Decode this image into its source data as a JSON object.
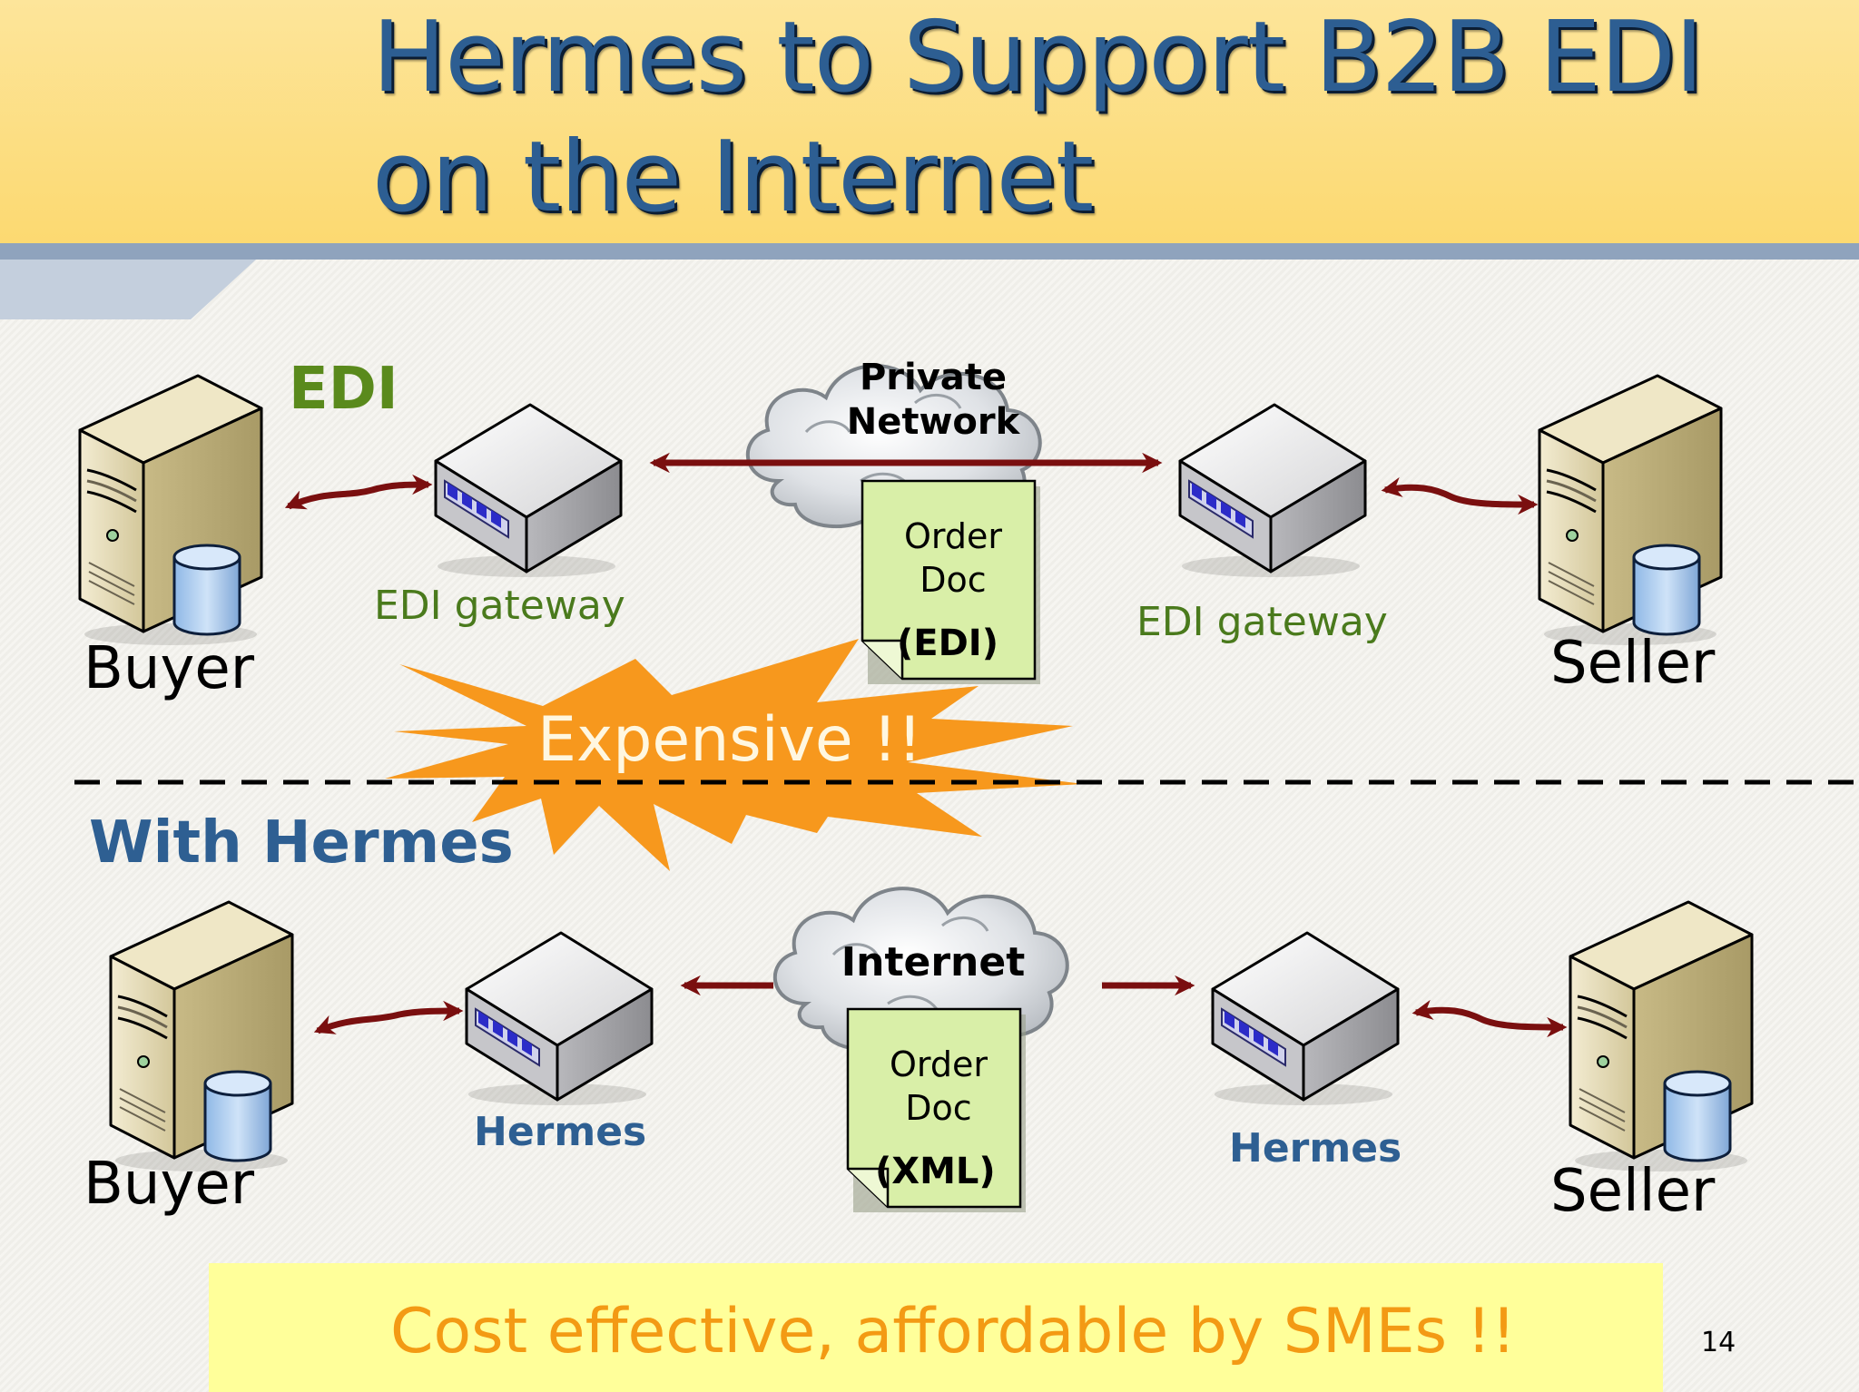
{
  "slide": {
    "title_line_1": "Hermes to Support B2B EDI",
    "title_line_2": "on the Internet",
    "page_number": "14"
  },
  "edi_section": {
    "label": "EDI",
    "buyer": "Buyer",
    "seller": "Seller",
    "left_gateway": "EDI gateway",
    "right_gateway": "EDI gateway",
    "cloud_line_1": "Private",
    "cloud_line_2": "Network",
    "doc_line_1": "Order",
    "doc_line_2": "Doc",
    "doc_format": "(EDI)",
    "callout": "Expensive !!"
  },
  "hermes_section": {
    "label": "With Hermes",
    "buyer": "Buyer",
    "seller": "Seller",
    "left_gateway": "Hermes",
    "right_gateway": "Hermes",
    "cloud": "Internet",
    "doc_line_1": "Order",
    "doc_line_2": "Doc",
    "doc_format": "(XML)"
  },
  "footer": {
    "text": "Cost effective, affordable by SMEs !!"
  },
  "colors": {
    "title_band": "#fcd971",
    "title_text": "#2d5e92",
    "edi_green": "#5a8a1c",
    "hermes_blue": "#2e5f92",
    "arrow": "#7a0f0f",
    "starburst": "#f7981d",
    "footer_band": "#ffff9a",
    "footer_text": "#f39a14",
    "doc_fill": "#d9efa8"
  }
}
